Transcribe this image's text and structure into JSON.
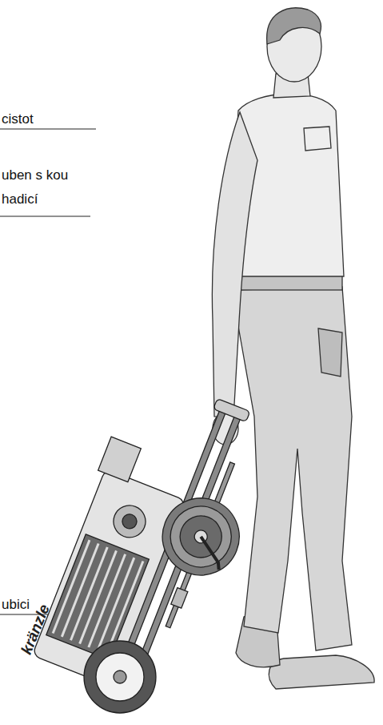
{
  "diagram": {
    "labels": [
      "cistot",
      "uben s kou hadicí",
      "ubici",
      "kränzle"
    ]
  }
}
